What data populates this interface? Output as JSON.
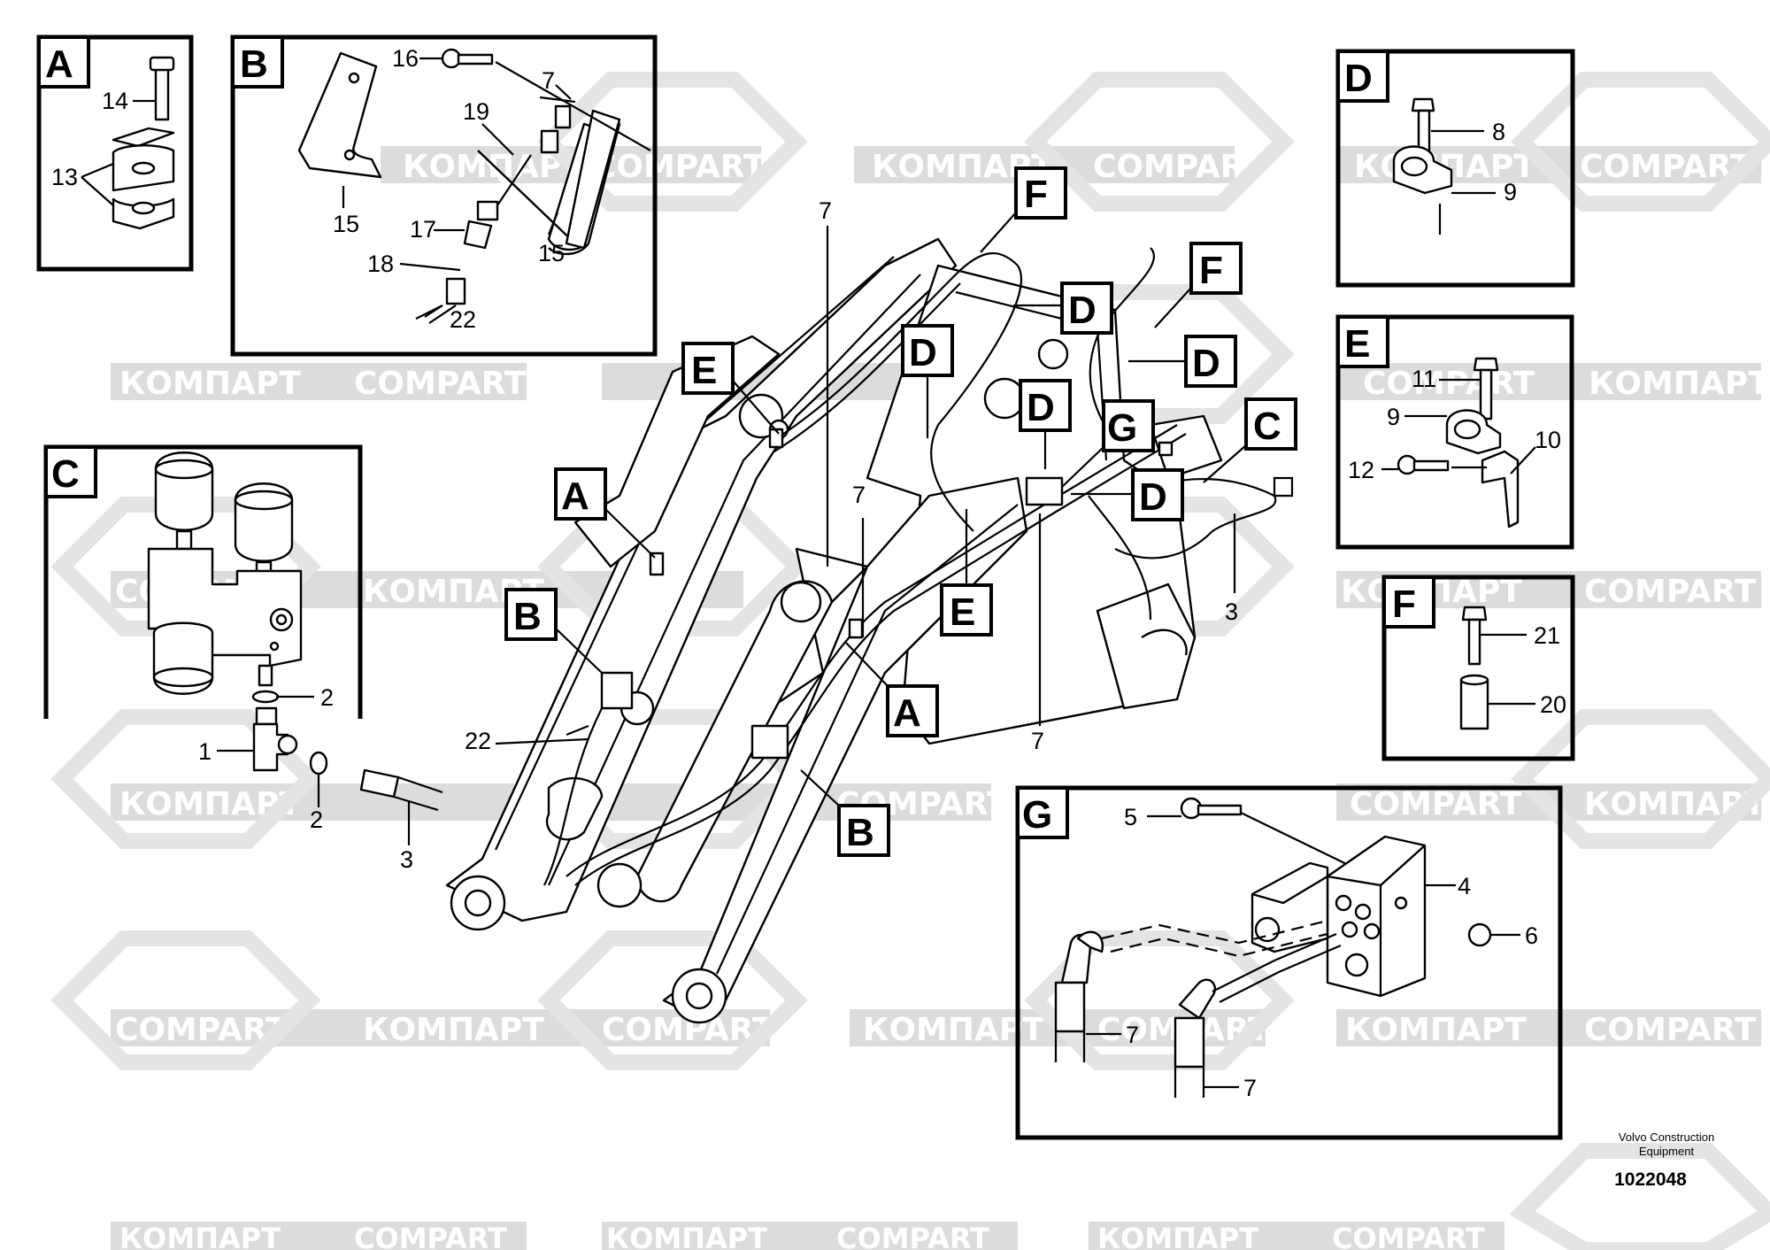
{
  "watermark": {
    "text_cyrillic": "КОМПАРТ",
    "text_latin": "COMPART",
    "color": "#d9d9d9"
  },
  "callouts": {
    "A": "A",
    "B": "B",
    "C": "C",
    "D": "D",
    "E": "E",
    "F": "F",
    "G": "G"
  },
  "parts": {
    "p1": "1",
    "p2": "2",
    "p3": "3",
    "p4": "4",
    "p5": "5",
    "p6": "6",
    "p7": "7",
    "p8": "8",
    "p9": "9",
    "p10": "10",
    "p11": "11",
    "p12": "12",
    "p13": "13",
    "p14": "14",
    "p15": "15",
    "p16": "16",
    "p17": "17",
    "p18": "18",
    "p19": "19",
    "p20": "20",
    "p21": "21",
    "p22": "22"
  },
  "footer": {
    "brand_line1": "Volvo Construction",
    "brand_line2": "Equipment",
    "drawing_number": "1022048"
  },
  "colors": {
    "line": "#000000",
    "background": "#ffffff",
    "watermark": "#d9d9d9"
  }
}
